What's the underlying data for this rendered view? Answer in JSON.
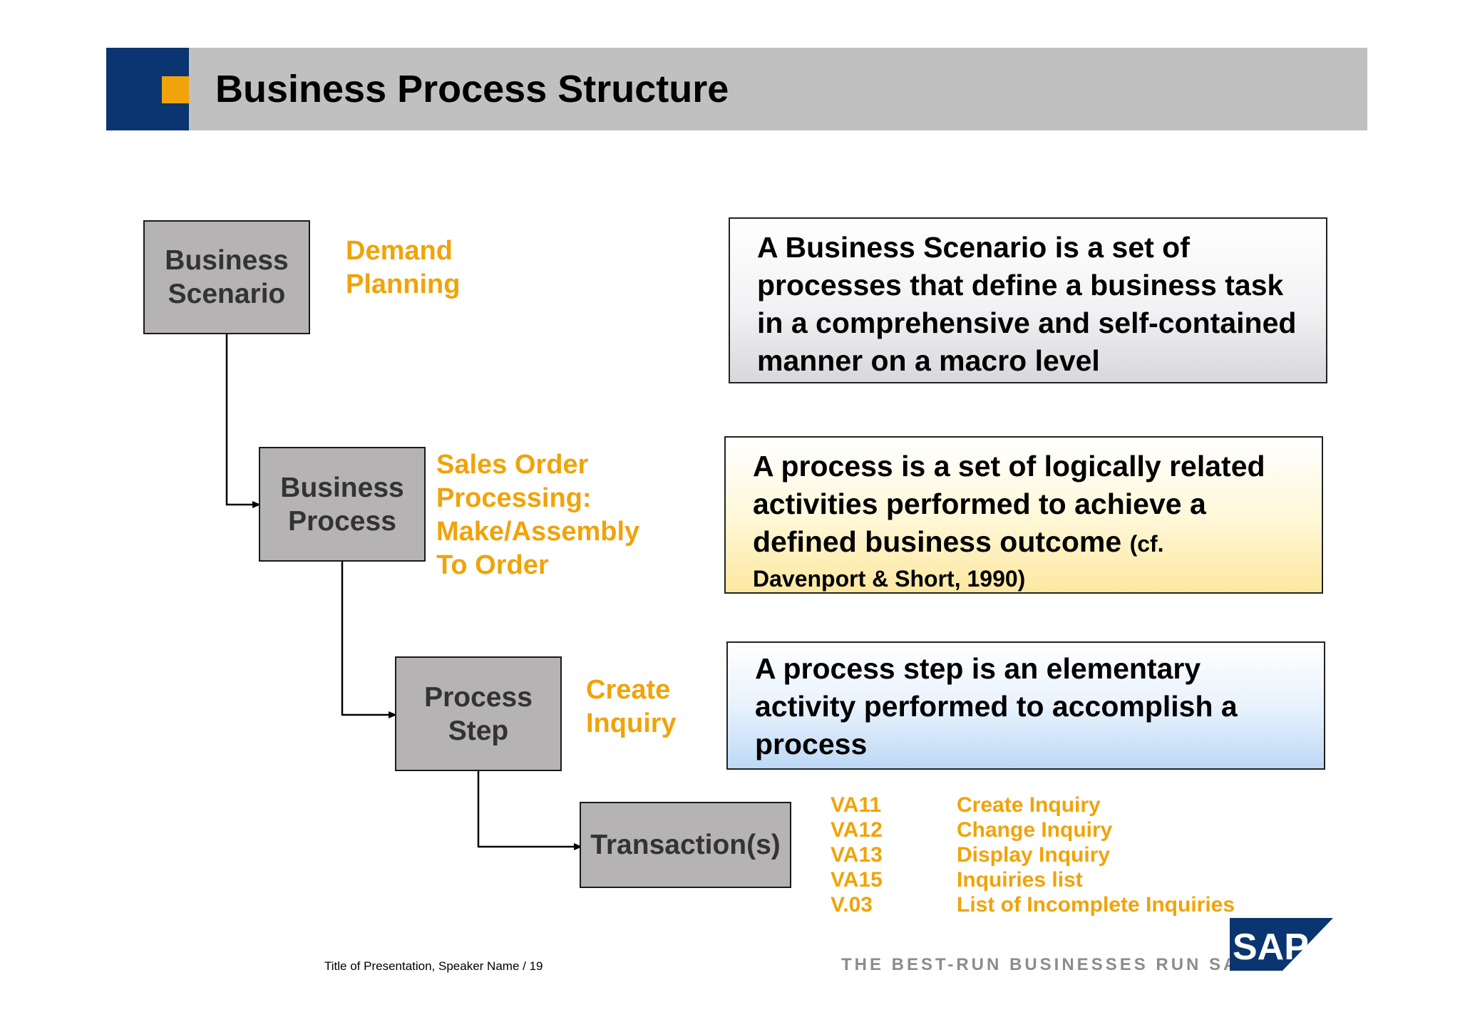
{
  "header": {
    "title": "Business Process Structure"
  },
  "levels": [
    {
      "box": "Business\nScenario",
      "example": "Demand\nPlanning"
    },
    {
      "box": "Business\nProcess",
      "example": "Sales Order\nProcessing:\nMake/Assembly\nTo Order"
    },
    {
      "box": "Process\nStep",
      "example": "Create\nInquiry"
    },
    {
      "box": "Transaction(s)"
    }
  ],
  "definitions": {
    "scenario": "A Business Scenario is a set of processes that define a business task in a comprehensive and self-contained manner on a macro level",
    "process_main": "A process is a set of logically related activities performed to achieve a defined business outcome",
    "process_cite_a": "(cf.",
    "process_cite_b": "Davenport & Short, 1990)",
    "step": "A process step is an elementary activity performed to accomplish a process"
  },
  "transactions": [
    {
      "code": "VA11",
      "desc": "Create Inquiry"
    },
    {
      "code": "VA12",
      "desc": "Change Inquiry"
    },
    {
      "code": "VA13",
      "desc": "Display Inquiry"
    },
    {
      "code": "VA15",
      "desc": "Inquiries list"
    },
    {
      "code": "V.03",
      "desc": "List of Incomplete Inquiries"
    }
  ],
  "footer": {
    "left": "Title of Presentation, Speaker Name / 19",
    "tagline": "THE BEST-RUN BUSINESSES RUN SAP",
    "logo_text": "SAP",
    "logo_mark": "®"
  },
  "colors": {
    "header_blue": "#0a3570",
    "accent_orange": "#f0a30a",
    "header_gray": "#c0c0c0",
    "box_gray": "#b5b3b4"
  }
}
